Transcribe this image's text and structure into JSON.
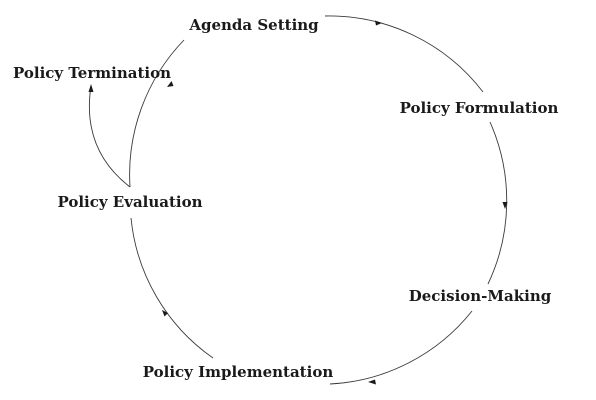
{
  "nodes": {
    "agenda_setting": "Agenda Setting",
    "policy_formulation": "Policy Formulation",
    "decision_making": "Decision-Making",
    "policy_implementation": "Policy Implementation",
    "policy_evaluation": "Policy Evaluation",
    "policy_termination": "Policy Termination"
  },
  "edges": [
    {
      "from": "agenda_setting",
      "to": "policy_formulation"
    },
    {
      "from": "policy_formulation",
      "to": "decision_making"
    },
    {
      "from": "decision_making",
      "to": "policy_implementation"
    },
    {
      "from": "policy_implementation",
      "to": "policy_evaluation"
    },
    {
      "from": "policy_evaluation",
      "to": "agenda_setting"
    },
    {
      "from": "policy_evaluation",
      "to": "policy_termination"
    }
  ],
  "colors": {
    "edge": "#3a3a3a",
    "text": "#1a1a1a"
  }
}
